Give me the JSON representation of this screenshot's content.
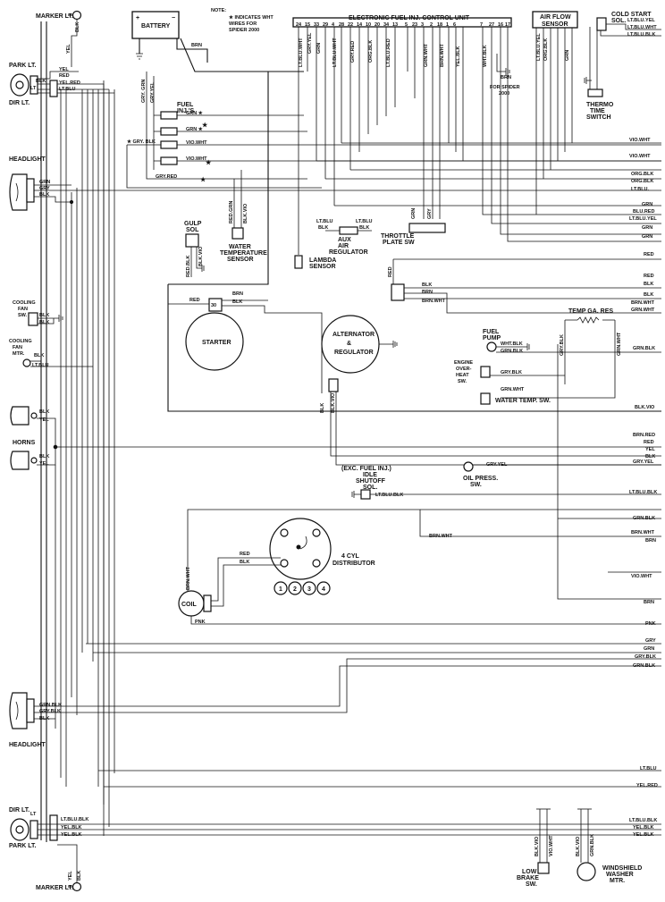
{
  "note": {
    "title": "NOTE:",
    "line1": "★ INDICATES WHT",
    "line2": "WIRES FOR",
    "line3": "SPIDER 2000"
  },
  "components": {
    "battery": "BATTERY",
    "ecu": "ELECTRONIC  FUEL INJ. CONTROL UNIT",
    "ecu_pins": [
      "24",
      "15",
      "33",
      "29",
      "4",
      "28",
      "22",
      "14",
      "10",
      "20",
      "34",
      "13",
      "5",
      "23",
      "3",
      "2",
      "18",
      "1",
      "6",
      "7",
      "27",
      "16",
      "17"
    ],
    "afs_1": "AIR  FLOW",
    "afs_2": "SENSOR",
    "cold_start_1": "COLD START",
    "cold_start_2": "SOL.",
    "thermo_1": "THERMO",
    "thermo_2": "TIME",
    "thermo_3": "SWITCH",
    "spider_1": "FOR SPIDER",
    "spider_2": "2000",
    "fuel_inj_1": "FUEL",
    "fuel_inj_2": "INJ.'S",
    "gulp_1": "GULP",
    "gulp_2": "SOL",
    "wts_1": "WATER",
    "wts_2": "TEMPERATURE",
    "wts_3": "SENSOR",
    "lambda_1": "LAMBDA",
    "lambda_2": "SENSOR",
    "aux_1": "AUX",
    "aux_2": "AIR",
    "aux_3": "REGULATOR",
    "throttle_1": "THROTTLE",
    "throttle_2": "PLATE SW",
    "starter": "STARTER",
    "alt_1": "ALTERNATOR",
    "alt_2": "&",
    "alt_3": "REGULATOR",
    "temp_ga": "TEMP GA. RES",
    "fuel_pump_1": "FUEL",
    "fuel_pump_2": "PUMP",
    "overheat_1": "ENGINE",
    "overheat_2": "OVER-",
    "overheat_3": "HEAT",
    "overheat_4": "SW.",
    "water_temp_sw": "WATER TEMP. SW.",
    "oil_press_1": "OIL PRESS.",
    "oil_press_2": "SW.",
    "idle_1": "(EXC. FUEL INJ.)",
    "idle_2": "IDLE",
    "idle_3": "SHUTOFF",
    "idle_4": "SOL.",
    "distributor_1": "4 CYL",
    "distributor_2": "DISTRIBUTOR",
    "dist_numbers": [
      "1",
      "2",
      "3",
      "4"
    ],
    "coil": "COIL",
    "marker_top": "MARKER LT.",
    "marker_bottom": "MARKER LT.",
    "park_top": "PARK LT.",
    "dir_top": "DIR LT.",
    "headlight_top": "HEADLIGHT",
    "cooling_fan_sw_1": "COOLING",
    "cooling_fan_sw_2": "FAN",
    "cooling_fan_sw_3": "SW.",
    "cooling_fan_mtr_1": "COOLING",
    "cooling_fan_mtr_2": "FAN",
    "cooling_fan_mtr_3": "MTR.",
    "horns": "HORNS",
    "headlight_bottom": "HEADLIGHT",
    "dir_bottom": "DIR LT.",
    "park_bottom": "PARK LT.",
    "brake_1": "LOW",
    "brake_2": "BRAKE",
    "brake_3": "SW.",
    "washer_1": "WINDSHIELD",
    "washer_2": "WASHER",
    "washer_3": "MTR."
  },
  "wire_labels": {
    "brn": "BRN",
    "grn": "GRN",
    "grn_star": "GRN  ★",
    "vio_wht": "VIO.WHT",
    "gry_blk": "★ GRY. BLK",
    "gry_red": "GRY.RED",
    "gry_grn": "GRY. GRN",
    "gry_yel": "GRY.YEL",
    "red_grn": "RED.GRN",
    "blk_vio": "BLK.VIO",
    "red_blk": "RED.BLK",
    "blk_vio2": "BLK.VIO",
    "red": "RED",
    "blk": "BLK",
    "brn_wht": "BRN.WHT",
    "lt_blu_blk": "LT.BLU.BLK",
    "lt_blu": "LT.BLU",
    "yel": "YEL",
    "yel_red": "YEL.RED",
    "grn_blk": "GRN.BLK",
    "gry": "GRY",
    "gry_blk2": "GRY.BLK",
    "wht_blk": "WHT.BLK",
    "grn_wht": "GRN.WHT",
    "pnk": "PNK",
    "yel_blk": "YEL.BLK",
    "lt_blu_yel": "LT.BLU.YEL",
    "lt_blu_wht": "LT.BLU.WHT",
    "org_blk": "ORG.BLK",
    "blu_red": "BLU.RED",
    "blk_vio3": "BLK.VIO",
    "lt_blu_red": "LT.BLU.RED"
  },
  "right_labels": [
    "LT.BLU.YEL",
    "LT.BLU.WHT",
    "LT.BLU.BLK",
    "VIO.WHT",
    "VIO.WHT",
    "ORG.BLK",
    "ORG.BLK",
    "LT.BLU.",
    "GRN",
    "BLU.RED",
    "LT.BLU.YEL",
    "GRN",
    "GRN",
    "RED",
    "RED",
    "BLK",
    "BLK",
    "BRN.WHT",
    "GRN.WHT",
    "GRN.BLK",
    "BLK.VIO",
    "BRN.RED",
    "RED",
    "YEL",
    "BLK",
    "GRY.YEL",
    "LT.BLU.BLK",
    "GRN.BLK",
    "BRN.WHT",
    "BRN",
    "VIO.WHT",
    "BRN",
    "PNK",
    "GRY",
    "GRN",
    "GRY.BLK",
    "GRN.BLK",
    "LT.BLU",
    "YEL.RED",
    "LT.BLU.BLK",
    "YEL.BLK",
    "YEL.BLK"
  ]
}
